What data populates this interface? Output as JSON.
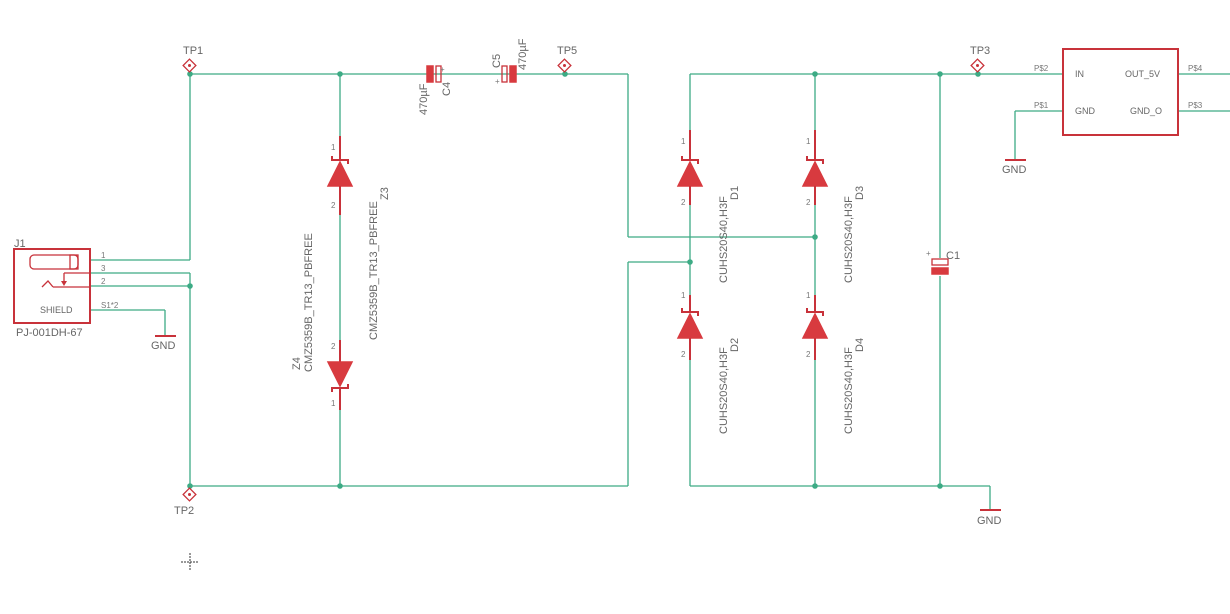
{
  "connector": {
    "ref": "J1",
    "value": "PJ-001DH-67",
    "shield_text": "SHIELD",
    "pins": [
      "1",
      "3",
      "2"
    ],
    "shield_pin": "S1*2"
  },
  "testpoints": [
    "TP1",
    "TP2",
    "TP3",
    "TP5"
  ],
  "zeners": [
    {
      "ref": "Z3",
      "value": "CMZ5359B_TR13_PBFREE"
    },
    {
      "ref": "Z4",
      "value": "CMZ5359B_TR13_PBFREE"
    }
  ],
  "caps": [
    {
      "ref": "C4",
      "value": "470µF"
    },
    {
      "ref": "C5",
      "value": "470µF"
    },
    {
      "ref": "C1",
      "value": ""
    }
  ],
  "diodes": [
    {
      "ref": "D1",
      "value": "CUHS20S40,H3F"
    },
    {
      "ref": "D3",
      "value": "CUHS20S40,H3F"
    },
    {
      "ref": "D2",
      "value": "CUHS20S40,H3F"
    },
    {
      "ref": "D4",
      "value": "CUHS20S40,H3F"
    }
  ],
  "regulator": {
    "in": "IN",
    "gnd": "GND",
    "out": "OUT_5V",
    "gnd_o": "GND_O",
    "pins": [
      "P$2",
      "P$1",
      "P$4",
      "P$3"
    ]
  },
  "gnd_label": "GND",
  "pin_numbers": {
    "one": "1",
    "two": "2"
  },
  "colors": {
    "wire": "#3dab85",
    "part": "#c8323a",
    "text": "#666666"
  }
}
